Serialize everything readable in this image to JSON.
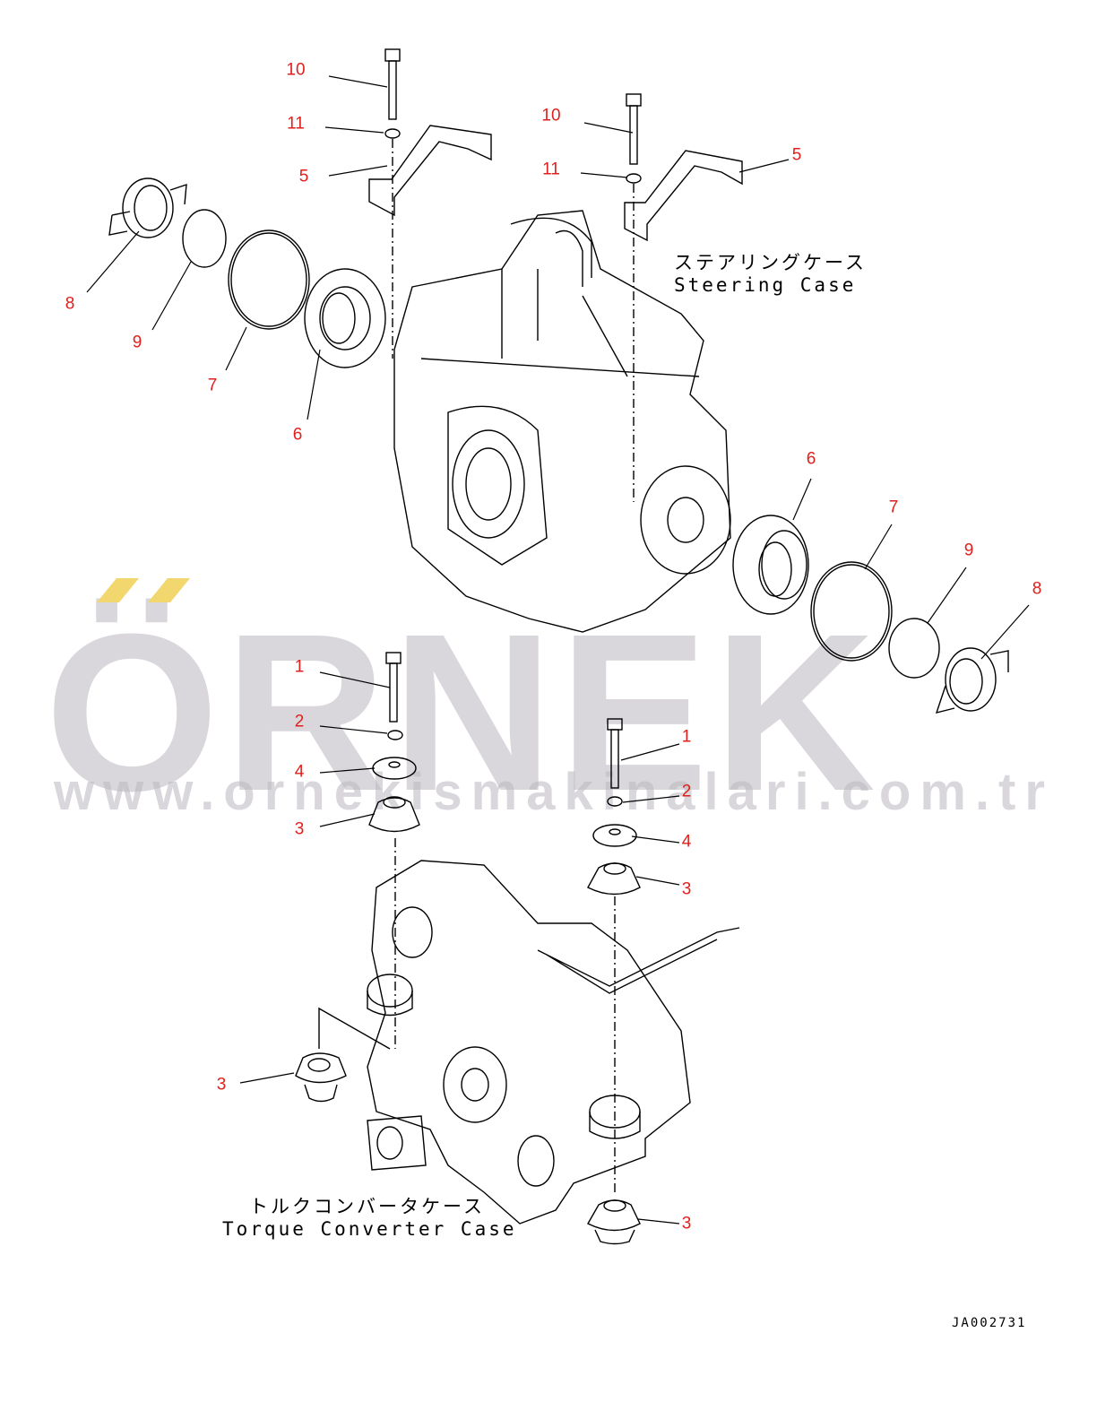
{
  "watermark": {
    "brand": "ÖRNEK",
    "url": "www.ornekismakinalari.com.tr",
    "accent_color": "#f2d66e"
  },
  "captions": {
    "steering_case_jp": "ステアリングケース",
    "steering_case_en": "Steering Case",
    "torque_case_jp": "トルクコンバータケース",
    "torque_case_en": "Torque Converter Case"
  },
  "document_id": "JA002731",
  "callout_color": "#e0201c",
  "callouts": [
    "10",
    "11",
    "5",
    "8",
    "9",
    "7",
    "6",
    "10",
    "11",
    "5",
    "6",
    "7",
    "9",
    "8",
    "1",
    "2",
    "4",
    "3",
    "1",
    "2",
    "4",
    "3",
    "3",
    "3"
  ]
}
